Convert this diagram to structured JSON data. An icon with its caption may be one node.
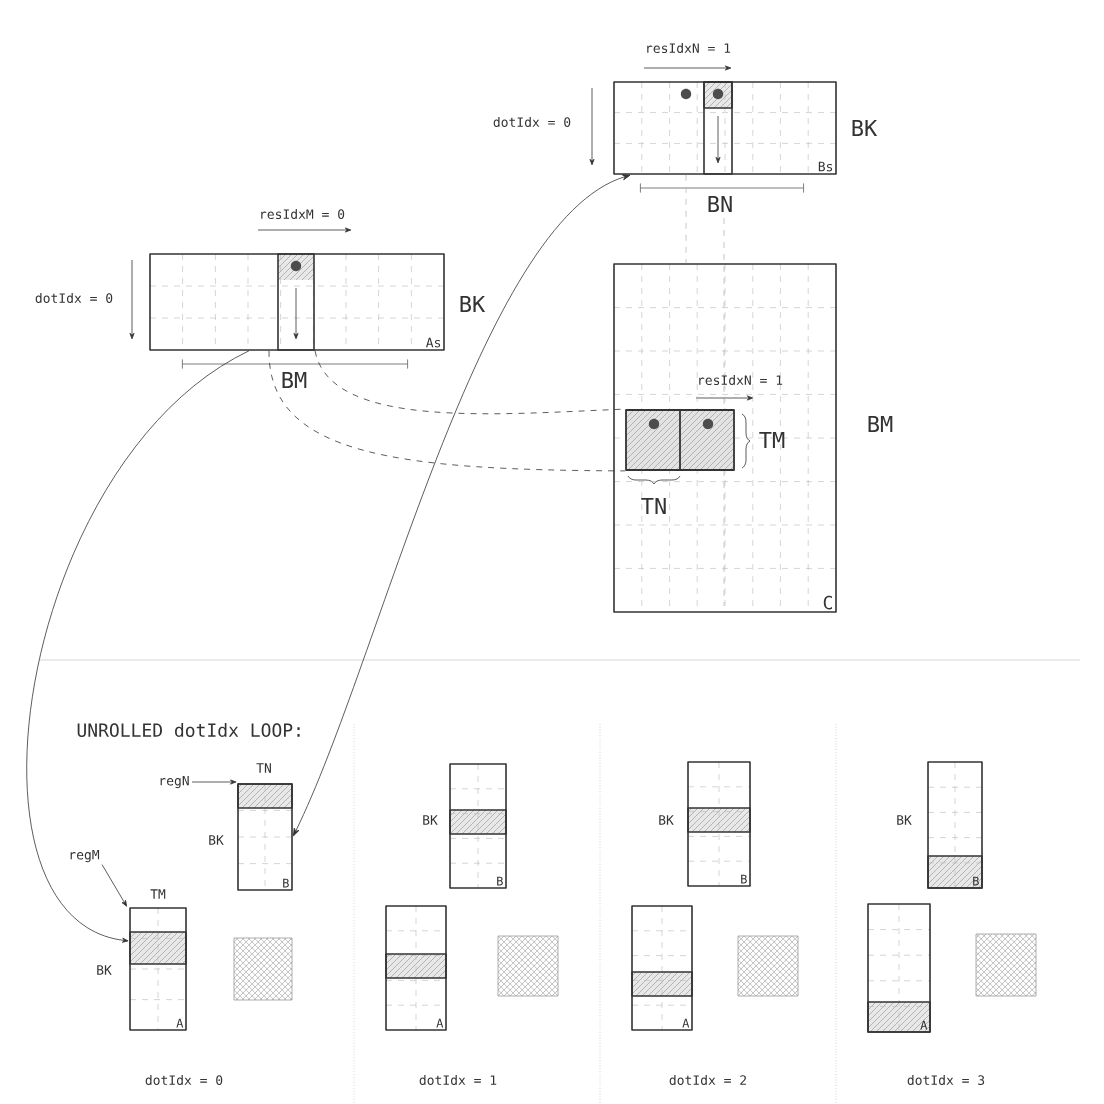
{
  "diagram": {
    "nodes": [
      {
        "text": [
          "As"
        ]
      },
      {
        "text": [
          "Bs"
        ]
      },
      {
        "text": [
          "C"
        ]
      },
      {
        "text": [],
        "shape": "box",
        "in": 2
      },
      {
        "text": [
          "B"
        ]
      },
      {
        "text": [
          "A"
        ]
      },
      {
        "text": [],
        "shape": "box"
      },
      {
        "text": [
          "B"
        ]
      },
      {
        "text": [
          "A"
        ]
      },
      {
        "text": [],
        "shape": "box"
      },
      {
        "text": [
          "B"
        ]
      },
      {
        "text": [
          "A"
        ]
      },
      {
        "text": [],
        "shape": "box"
      },
      {
        "text": [
          "B"
        ]
      },
      {
        "text": [
          "A"
        ]
      },
      {
        "text": [],
        "shape": "box"
      },
      {
        "text": [
          "regN"
        ]
      },
      {
        "text": [
          "regM"
        ]
      }
    ],
    "edges": [
      {
        "from": 0,
        "to": 3,
        "arrow": "none",
        "style": "dashed"
      },
      {
        "from": 0,
        "to": 3,
        "arrow": "none",
        "style": "dashed"
      },
      {
        "from": 0,
        "to": 5,
        "arrow": "to"
      },
      {
        "from": 4,
        "to": 1,
        "arrow": "both"
      },
      {
        "from": 16,
        "to": 4,
        "arrow": "to"
      },
      {
        "from": 17,
        "to": 5,
        "arrow": "to"
      },
      {
        "from": 1,
        "to": 2,
        "arrow": "none",
        "style": "dashed",
        "color": "#b8b8b8"
      }
    ],
    "labels": [
      "resIdxN = 1",
      "dotIdx = 0",
      "BK",
      "BN",
      "resIdxM = 0",
      "dotIdx = 0",
      "BK",
      "BM",
      "resIdxN = 1",
      "TM",
      "BM",
      "TN",
      "UNROLLED dotIdx LOOP:",
      "TN",
      "BK",
      "TM",
      "BK",
      "BK",
      "BK",
      "BK",
      "dotIdx = 0",
      "dotIdx = 1",
      "dotIdx = 2",
      "dotIdx = 3"
    ]
  }
}
